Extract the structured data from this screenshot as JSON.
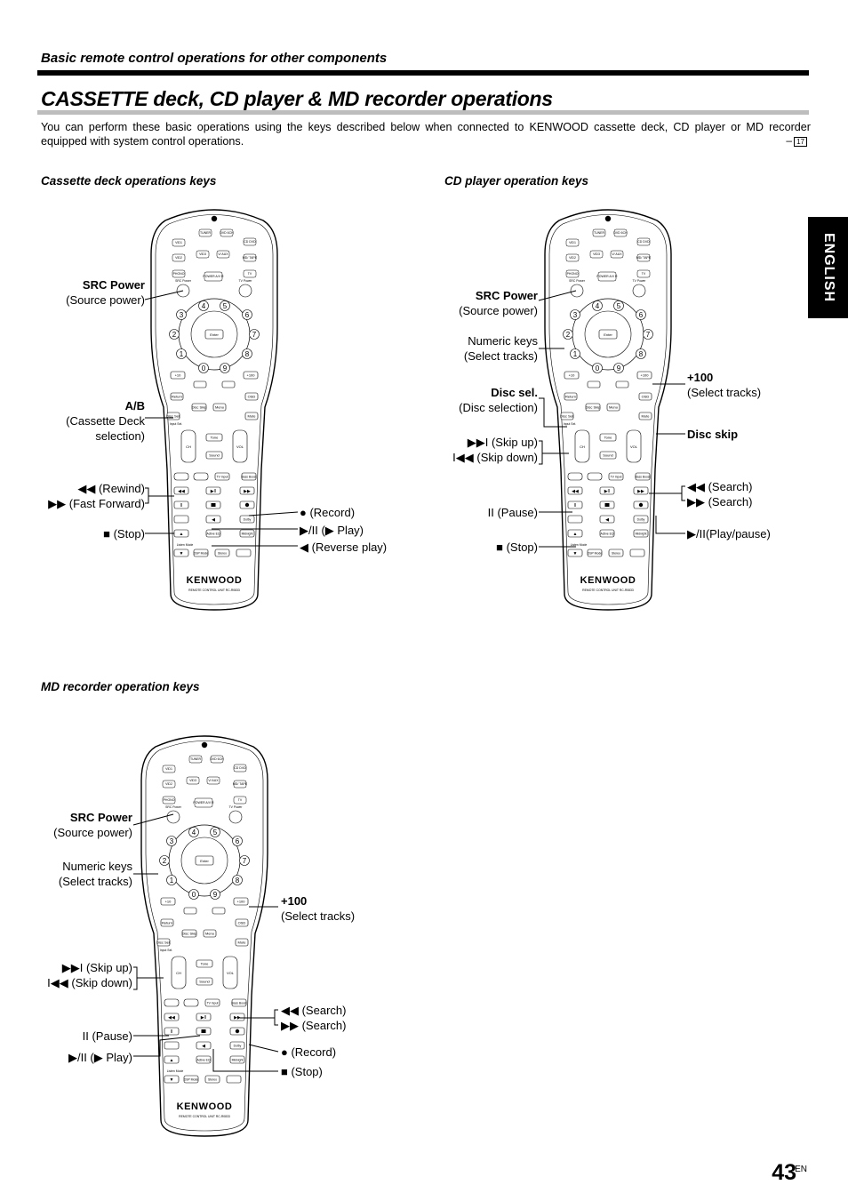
{
  "header": {
    "section": "Basic remote control operations for other components",
    "title": "CASSETTE deck, CD player & MD recorder operations",
    "intro": "You can perform these basic operations using the keys described below when connected to KENWOOD cassette deck, CD player or MD recorder equipped with system control operations.",
    "ref_prefix": "–",
    "ref_page": "17"
  },
  "side_tab": "ENGLISH",
  "page": {
    "number": "43",
    "suffix": "EN"
  },
  "remote": {
    "brand": "KENWOOD",
    "model": "REMOTE CONTROL UNIT RC-R0833",
    "keys": {
      "tuner": "TUNER",
      "dvd": "DVD 6CH",
      "cd": "CD DVD",
      "vid1": "VID1",
      "vid2": "VID2",
      "vid3": "VID3",
      "vaux": "V/ AUX",
      "mdtape": "MD/ TAPE",
      "phono": "PHONO",
      "power": "POWER A/V R",
      "tv": "TV",
      "src_power": "SRC Power",
      "tv_power": "TV Power",
      "enter": "Enter",
      "plus10": "+10",
      "plus100": "+100",
      "return": "Return",
      "osd": "OSD",
      "menu": "Menu",
      "disc_skip": "Disc Skip",
      "mute": "Mute",
      "disc_sel": "Disc Sel.",
      "input_sel": "Input Sel.",
      "tone": "Tone",
      "sound": "Sound",
      "ch": "CH",
      "vol": "VOL",
      "tv_input": "TV Input",
      "bass_boost": "Bass Boost",
      "active_eq": "Active EQ",
      "midnight": "Midnight",
      "listen_mode": "Listen Mode",
      "dsp_mode": "DSP Mode",
      "stereo": "Stereo",
      "dolby": "Dolby",
      "pause": "II",
      "n": [
        "0",
        "1",
        "2",
        "3",
        "4",
        "5",
        "6",
        "7",
        "8",
        "9"
      ]
    }
  },
  "cassette": {
    "heading": "Cassette deck operations keys",
    "src_power": "SRC Power",
    "src_power_sub": "(Source power)",
    "ab": "A/B",
    "ab_sub1": "(Cassette Deck",
    "ab_sub2": "selection)",
    "rewind": "◀◀ (Rewind)",
    "ffwd": "▶▶ (Fast Forward)",
    "stop": "■ (Stop)",
    "record": "● (Record)",
    "play": "▶/II (▶ Play)",
    "reverse": "◀ (Reverse play)"
  },
  "cd": {
    "heading": "CD player operation keys",
    "src_power": "SRC Power",
    "src_power_sub": "(Source power)",
    "numeric": "Numeric keys",
    "numeric_sub": "(Select tracks)",
    "disc_sel": "Disc sel.",
    "disc_sel_sub": "(Disc selection)",
    "skip_up": "▶▶I (Skip up)",
    "skip_down": "I◀◀ (Skip down)",
    "pause": "II (Pause)",
    "stop": "■ (Stop)",
    "plus100": "+100",
    "plus100_sub": "(Select tracks)",
    "disc_skip": "Disc skip",
    "search1": "◀◀ (Search)",
    "search2": "▶▶ (Search)",
    "playpause": "▶/II(Play/pause)"
  },
  "md": {
    "heading": "MD recorder operation keys",
    "src_power": "SRC Power",
    "src_power_sub": "(Source power)",
    "numeric": "Numeric keys",
    "numeric_sub": "(Select tracks)",
    "plus100": "+100",
    "plus100_sub": "(Select tracks)",
    "skip_up": "▶▶I (Skip up)",
    "skip_down": "I◀◀ (Skip down)",
    "search1": "◀◀ (Search)",
    "search2": "▶▶ (Search)",
    "pause": "II (Pause)",
    "play": "▶/II (▶ Play)",
    "record": "● (Record)",
    "stop": "■ (Stop)"
  }
}
